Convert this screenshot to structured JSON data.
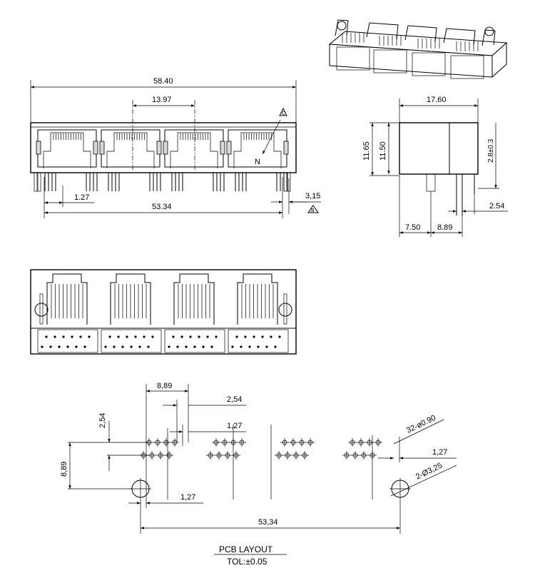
{
  "front_view": {
    "overall_width": "58.40",
    "port_pitch": "13.97",
    "pin_pitch": "1.27",
    "row_span": "53.34",
    "offset": "3,15",
    "datum_b": "B",
    "datum_c": "C",
    "marker": "N"
  },
  "side_view": {
    "depth": "17.60",
    "total_height": "11.65",
    "body_height": "11.50",
    "standoff": "2.8±0.3",
    "front_offset": "7.50",
    "row_offset": "8.89",
    "pin_row_pitch": "2.54"
  },
  "pcb_layout": {
    "dim_889_top": "8,89",
    "dim_254_top": "2,54",
    "dim_254_left": "2,54",
    "dim_127_top": "1,27",
    "dim_889_left": "8,89",
    "holes_label": "32-ø0.90",
    "mount_holes_label": "2-Ø3,25",
    "dim_127_right": "1,27",
    "dim_127_bottom": "1,27",
    "span": "53,34",
    "title": "PCB  LAYOUT",
    "tolerance": "TOL:±0.05"
  }
}
